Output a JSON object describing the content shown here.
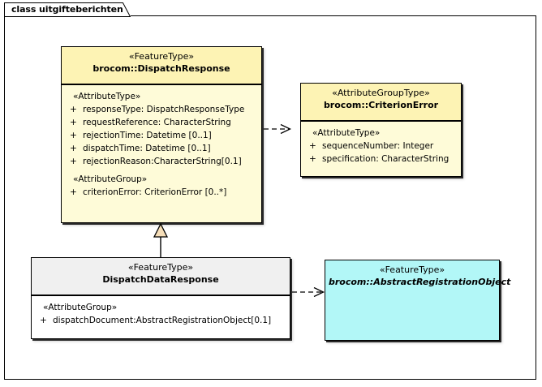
{
  "diagram": {
    "title": "class uitgifteberichten",
    "colors": {
      "class_yellow_body": "#FEFBD8",
      "class_yellow_header": "#FDF3B4",
      "class_white_body": "#FFFFFF",
      "class_gray_header": "#F0F0F0",
      "class_cyan": "#B2F7F7",
      "generalization_fill": "#F6DEB8",
      "line": "#000000"
    }
  },
  "classes": {
    "dispatch_response": {
      "stereotype": "«FeatureType»",
      "name": "brocom::DispatchResponse",
      "sections": [
        {
          "group": "«AttributeType»",
          "attributes": [
            {
              "visibility": "+",
              "text": "responseType: DispatchResponseType"
            },
            {
              "visibility": "+",
              "text": "requestReference: CharacterString"
            },
            {
              "visibility": "+",
              "text": "rejectionTime: Datetime [0..1]"
            },
            {
              "visibility": "+",
              "text": "dispatchTime: Datetime [0..1]"
            },
            {
              "visibility": "+",
              "text": "rejectionReason:CharacterString[0.1]"
            }
          ]
        },
        {
          "group": "«AttributeGroup»",
          "attributes": [
            {
              "visibility": "+",
              "text": "criterionError: CriterionError [0..*]"
            }
          ]
        }
      ]
    },
    "criterion_error": {
      "stereotype": "«AttributeGroupType»",
      "name": "brocom::CriterionError",
      "sections": [
        {
          "group": "«AttributeType»",
          "attributes": [
            {
              "visibility": "+",
              "text": "sequenceNumber: Integer"
            },
            {
              "visibility": "+",
              "text": "specification: CharacterString"
            }
          ]
        }
      ]
    },
    "dispatch_data_response": {
      "stereotype": "«FeatureType»",
      "name": "DispatchDataResponse",
      "sections": [
        {
          "group": "«AttributeGroup»",
          "attributes": [
            {
              "visibility": "+",
              "text": "dispatchDocument:AbstractRegistrationObject[0.1]"
            }
          ]
        }
      ]
    },
    "abstract_registration_object": {
      "stereotype": "«FeatureType»",
      "name": "brocom::AbstractRegistrationObject",
      "sections": []
    }
  },
  "relationships": [
    {
      "kind": "dependency",
      "source": "dispatch_response",
      "target": "criterion_error",
      "style": "dashed-open-arrow"
    },
    {
      "kind": "generalization",
      "source": "dispatch_data_response",
      "target": "dispatch_response",
      "style": "solid-hollow-triangle"
    },
    {
      "kind": "dependency",
      "source": "dispatch_data_response",
      "target": "abstract_registration_object",
      "style": "dashed-open-arrow"
    }
  ]
}
